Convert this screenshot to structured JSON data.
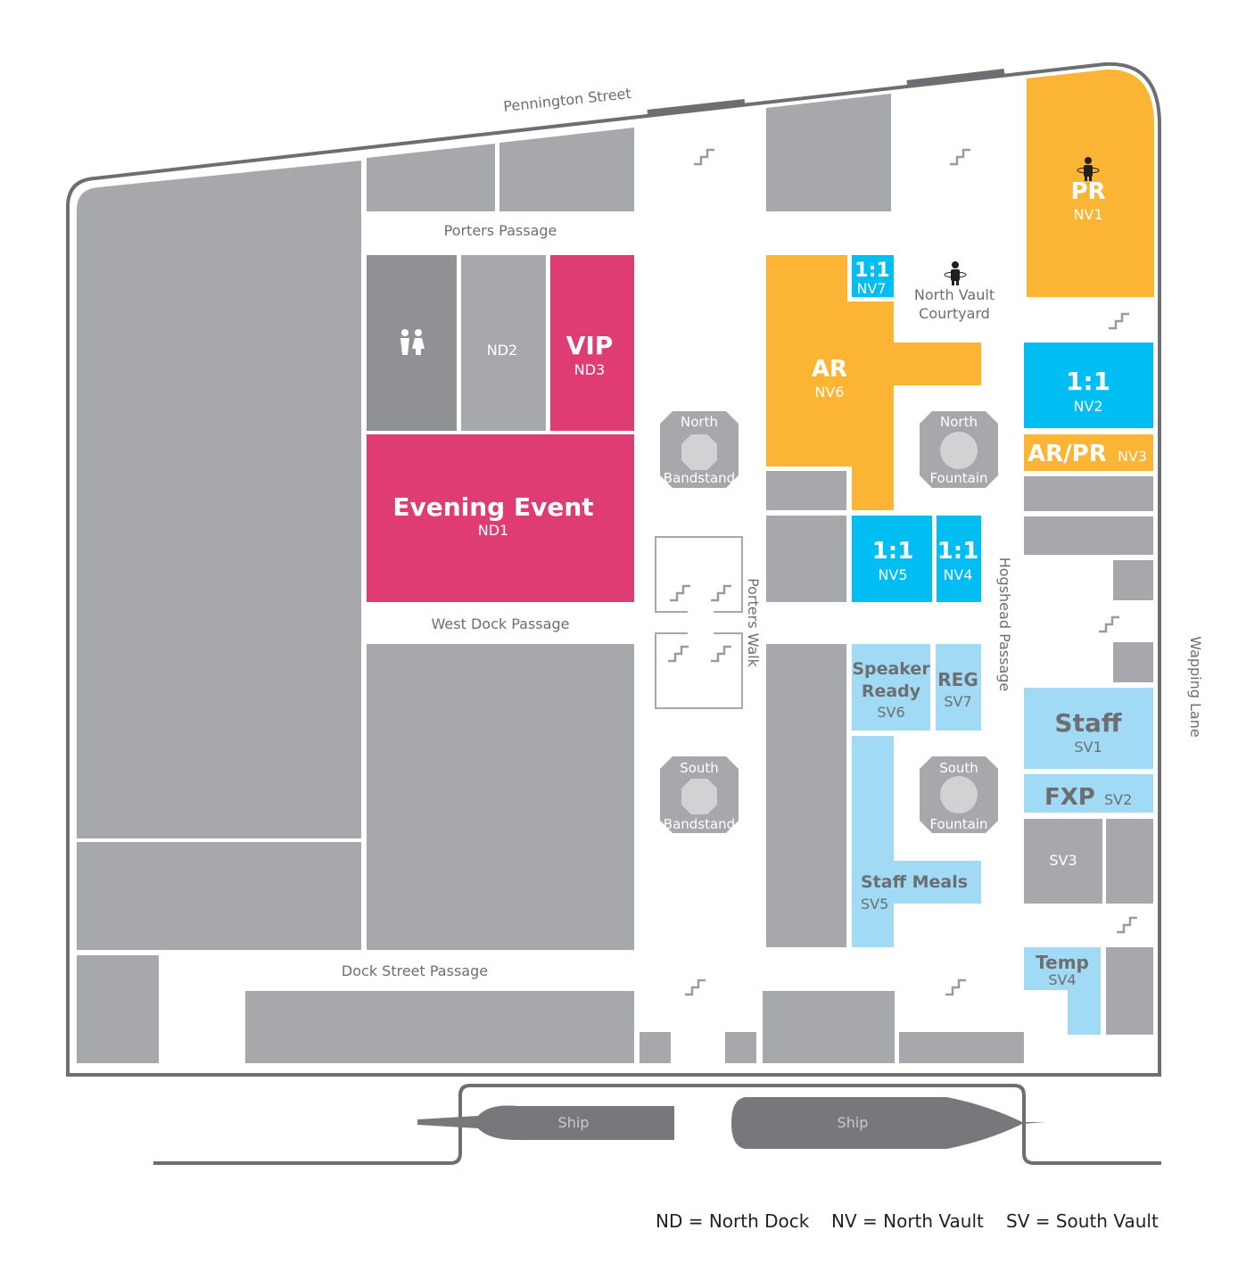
{
  "streets": {
    "pennington": "Pennington Street",
    "porters_passage": "Porters Passage",
    "west_dock_passage": "West Dock Passage",
    "dock_street_passage": "Dock Street Passage",
    "porters_walk": "Porters Walk",
    "hogshead_passage": "Hogshead Passage",
    "wapping_lane": "Wapping Lane"
  },
  "rooms": {
    "nd1": {
      "name": "Evening Event",
      "code": "ND1"
    },
    "nd2": {
      "code": "ND2"
    },
    "nd3": {
      "name": "VIP",
      "code": "ND3"
    },
    "nv1": {
      "name": "PR",
      "code": "NV1"
    },
    "nv2": {
      "name": "1:1",
      "code": "NV2"
    },
    "nv3": {
      "name": "AR/PR",
      "code": "NV3"
    },
    "nv4": {
      "name": "1:1",
      "code": "NV4"
    },
    "nv5": {
      "name": "1:1",
      "code": "NV5"
    },
    "nv6": {
      "name": "AR",
      "code": "NV6"
    },
    "nv7": {
      "name": "1:1",
      "code": "NV7"
    },
    "sv1": {
      "name": "Staff",
      "code": "SV1"
    },
    "sv2": {
      "name": "FXP",
      "code": "SV2"
    },
    "sv3": {
      "code": "SV3"
    },
    "sv4": {
      "name": "Temp",
      "code": "SV4"
    },
    "sv5": {
      "name": "Staff Meals",
      "code": "SV5"
    },
    "sv6": {
      "name_line1": "Speaker",
      "name_line2": "Ready",
      "code": "SV6"
    },
    "sv7": {
      "name": "REG",
      "code": "SV7"
    }
  },
  "landmarks": {
    "north_vault_courtyard_1": "North Vault",
    "north_vault_courtyard_2": "Courtyard",
    "north_bandstand_1": "North",
    "north_bandstand_2": "Bandstand",
    "south_bandstand_1": "South",
    "south_bandstand_2": "Bandstand",
    "north_fountain_1": "North",
    "north_fountain_2": "Fountain",
    "south_fountain_1": "South",
    "south_fountain_2": "Fountain",
    "ship_left": "Ship",
    "ship_right": "Ship"
  },
  "legend": {
    "nd": "ND = North Dock",
    "nv": "NV = North Vault",
    "sv": "SV = South Vault"
  },
  "colors": {
    "building": "#a7a8ab",
    "evening_event": "#e03c74",
    "ar_pr": "#fbb434",
    "one_to_one": "#00bdf2",
    "south_vault": "#a1daf5",
    "ship": "#77787b"
  }
}
